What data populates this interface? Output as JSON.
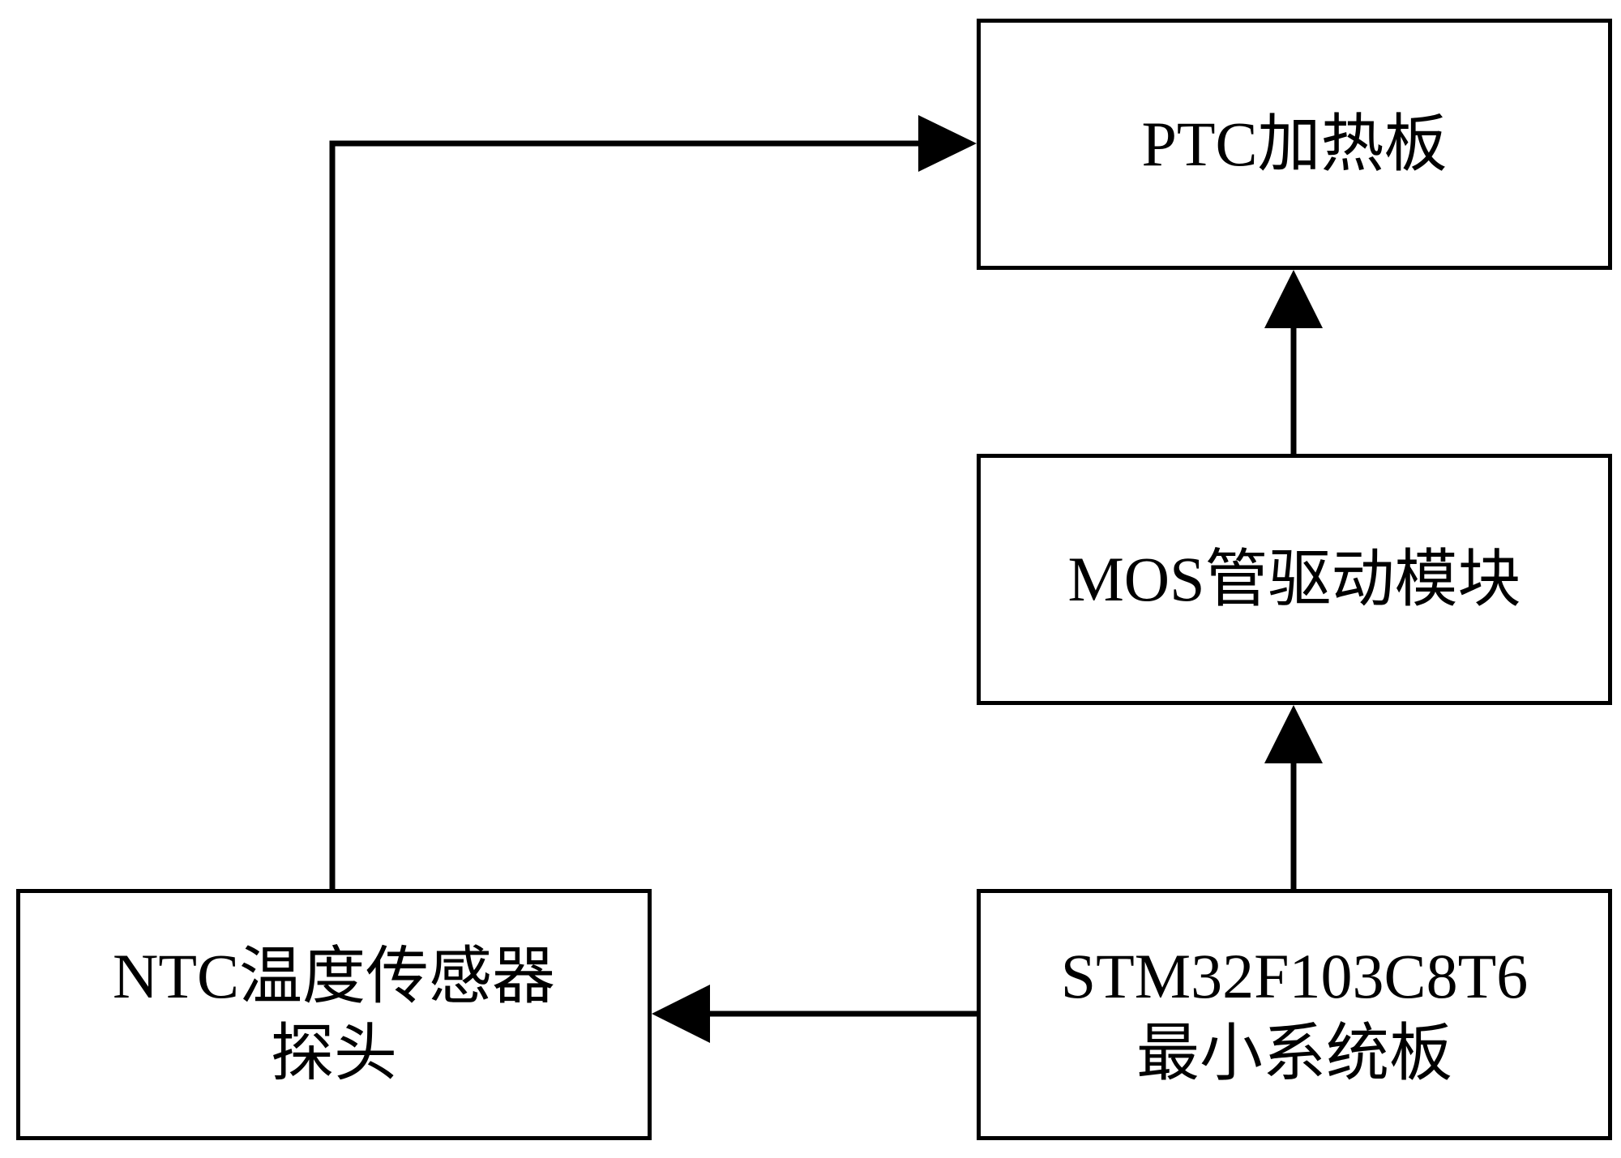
{
  "nodes": {
    "ptc_heater": {
      "label": "PTC加热板"
    },
    "mos_driver": {
      "label": "MOS管驱动模块"
    },
    "stm32_board": {
      "line1": "STM32F103C8T6",
      "line2": "最小系统板"
    },
    "ntc_sensor": {
      "line1": "NTC温度传感器",
      "line2": "探头"
    }
  }
}
